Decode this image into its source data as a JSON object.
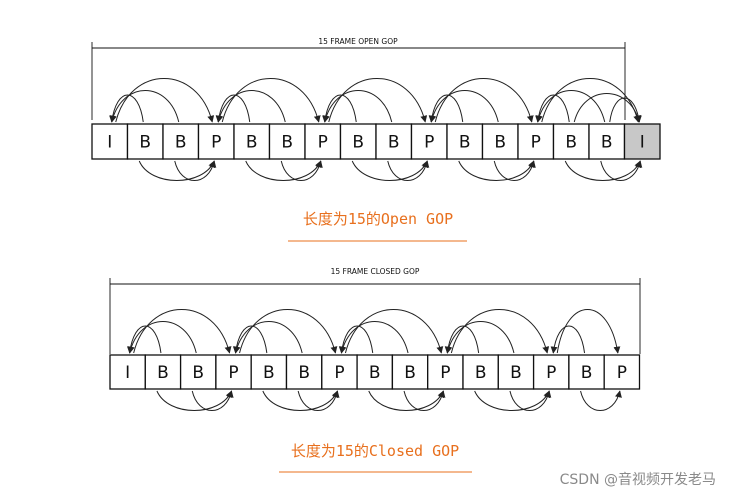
{
  "diagrams": [
    {
      "id": "open",
      "span_label": "15 FRAME OPEN GOP",
      "frames": [
        "I",
        "B",
        "B",
        "P",
        "B",
        "B",
        "P",
        "B",
        "B",
        "P",
        "B",
        "B",
        "P",
        "B",
        "B",
        "I"
      ],
      "next_gop_frame_index": 15,
      "caption": "长度为15的Open GOP"
    },
    {
      "id": "closed",
      "span_label": "15 FRAME CLOSED GOP",
      "frames": [
        "I",
        "B",
        "B",
        "P",
        "B",
        "B",
        "P",
        "B",
        "B",
        "P",
        "B",
        "B",
        "P",
        "B",
        "P"
      ],
      "next_gop_frame_index": null,
      "caption": "长度为15的Closed GOP"
    }
  ],
  "colors": {
    "caption": "#e8701e",
    "next_gop_fill": "#c8c8c8",
    "stroke": "#111111"
  },
  "watermark": "CSDN @音视频开发老马"
}
